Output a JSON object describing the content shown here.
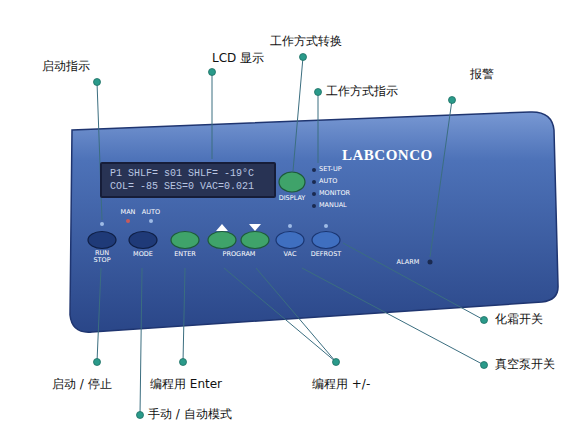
{
  "diagram": {
    "nodes": [
      {
        "text": [
          "LABCONCO"
        ]
      },
      {
        "text": [
          "P1 SHLF= s01 SHLF= -19°C",
          "COL= -85 SES=0 VAC=0.021"
        ],
        "in": 0
      }
    ],
    "labels": [
      "启动指示",
      "LCD 显示",
      "工作方式转换",
      "工作方式指示",
      "报警",
      "SET-UP",
      "AUTO",
      "MONITOR",
      "MANUAL",
      "DISPLAY",
      "MAN",
      "AUTO",
      "RUN STOP",
      "MODE",
      "ENTER",
      "PROGRAM",
      "VAC",
      "DEFROST",
      "ALARM",
      "化霜开关",
      "真空泵开关",
      "启动 / 停止",
      "编程用 Enter",
      "编程用 +/-",
      "手动 / 自动模式"
    ]
  }
}
